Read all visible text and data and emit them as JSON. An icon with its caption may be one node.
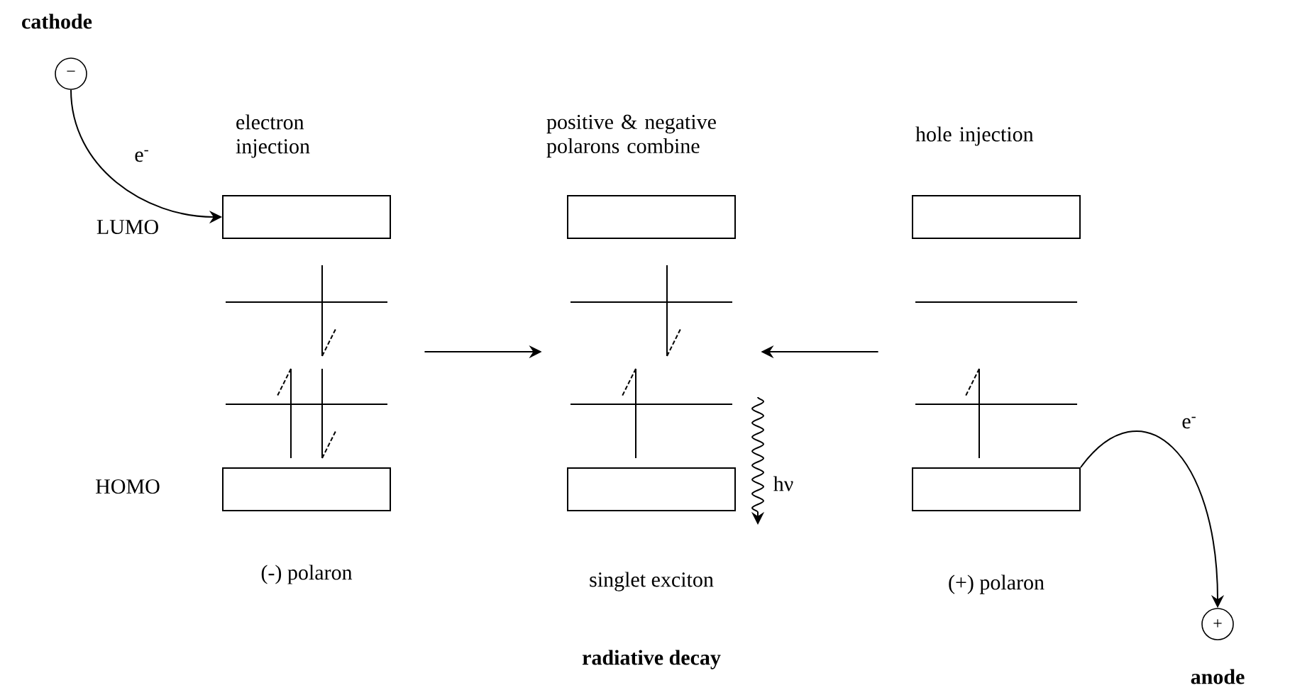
{
  "diagram": {
    "nodes": [
      {
        "text": [
          "cathode",
          "−"
        ]
      },
      {
        "text": [
          "electron injection",
          "(-) polaron"
        ]
      },
      {
        "text": [],
        "shape": "box"
      },
      {
        "text": [],
        "shape": "box"
      },
      {
        "text": [
          "positive & negative polarons combine",
          "singlet exciton"
        ]
      },
      {
        "text": [],
        "shape": "box"
      },
      {
        "text": [],
        "shape": "box"
      },
      {
        "text": [
          "hole injection",
          "(+) polaron"
        ]
      },
      {
        "text": [],
        "shape": "box"
      },
      {
        "text": [],
        "shape": "box"
      },
      {
        "text": [
          "+",
          "anode"
        ]
      }
    ],
    "edges": [
      {
        "from": 0,
        "to": 2,
        "arrow": "to",
        "label": "e$^{-}$"
      },
      {
        "from": 1,
        "to": 4,
        "arrow": "to"
      },
      {
        "from": 7,
        "to": 4,
        "arrow": "to"
      },
      {
        "from": 9,
        "to": 10,
        "arrow": "to",
        "label": "e$^{-}$"
      }
    ],
    "labels": [
      "LUMO",
      "HOMO",
      "hν",
      "radiative decay"
    ]
  }
}
